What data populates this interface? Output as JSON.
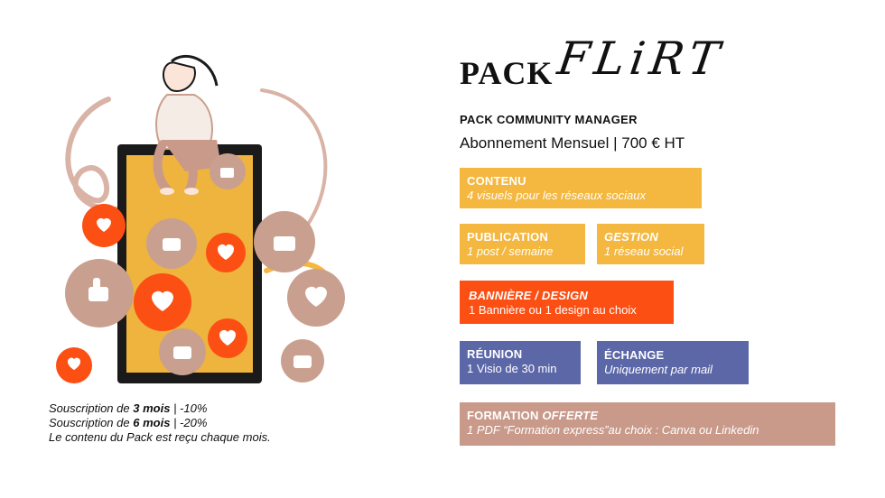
{
  "header": {
    "title": "PACK",
    "script_title": "FLiRT",
    "subtitle": "PACK COMMUNITY MANAGER",
    "pricing": "Abonnement Mensuel | 700 € HT"
  },
  "boxes": {
    "contenu": {
      "title": "CONTENU",
      "desc": "4 visuels pour les réseaux sociaux"
    },
    "publication": {
      "title": "PUBLICATION",
      "desc": "1 post / semaine"
    },
    "gestion": {
      "title": "GESTION",
      "desc": "1 réseau social"
    },
    "banniere": {
      "title": "BANNIÈRE / DESIGN",
      "desc": "1 Bannière ou 1 design au choix"
    },
    "reunion": {
      "title": "RÉUNION",
      "desc": "1 Visio de 30 min"
    },
    "echange": {
      "title": "ÉCHANGE",
      "desc": "Uniquement par mail"
    },
    "formation": {
      "title_prefix": "FORMATION",
      "title_emph": "OFFERTE",
      "desc": "1 PDF “Formation express”au choix : Canva ou Linkedin"
    }
  },
  "notes": {
    "line1_prefix": "Souscription de",
    "line1_bold": "3 mois",
    "line1_suffix": "| -10%",
    "line2_prefix": "Souscription de",
    "line2_bold": "6 mois",
    "line2_suffix": "| -20%",
    "line3": "Le contenu du Pack est reçu chaque mois."
  },
  "colors": {
    "yellow": "#f4b73f",
    "orange": "#fb4f14",
    "blue": "#5c67a8",
    "tan": "#c9998a",
    "phone_fill": "#f2b83e",
    "bubble_tan": "#c9a08f"
  },
  "illustration": {
    "icons": [
      "phone-icon",
      "person-icon",
      "heart-icon",
      "thumbs-up-icon"
    ]
  }
}
